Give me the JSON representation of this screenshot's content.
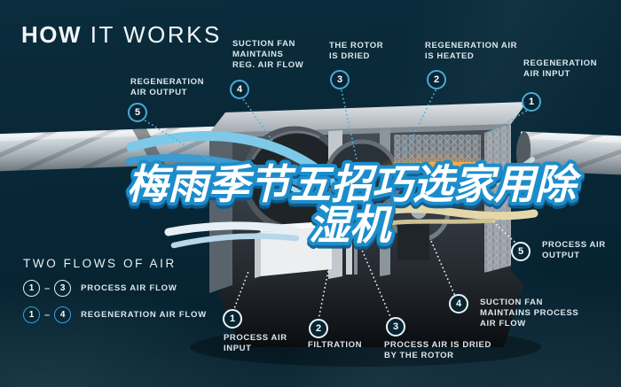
{
  "header": {
    "title_bold": "HOW",
    "title_light": " IT WORKS"
  },
  "overlay": {
    "line1": "梅雨季节五招巧选家用除",
    "line2": "湿机"
  },
  "callouts": {
    "reg_output": {
      "num": "5",
      "label": "REGENERATION\nAIR OUTPUT"
    },
    "reg_4": {
      "num": "4",
      "label": "SUCTION FAN\nMAINTAINS\nREG. AIR FLOW"
    },
    "reg_3": {
      "num": "3",
      "label": "THE ROTOR\nIS DRIED"
    },
    "reg_2": {
      "num": "2",
      "label": "REGENERATION AIR\nIS HEATED"
    },
    "reg_1": {
      "num": "1",
      "label": "REGENERATION\nAIR INPUT"
    },
    "proc_5": {
      "num": "5",
      "label": "PROCESS AIR\nOUTPUT"
    },
    "proc_4": {
      "num": "4",
      "label": "SUCTION FAN\nMAINTAINS PROCESS\nAIR FLOW"
    },
    "proc_3": {
      "num": "3",
      "label": "PROCESS AIR IS DRIED\nBY THE ROTOR"
    },
    "proc_2": {
      "num": "2",
      "label": "FILTRATION"
    },
    "proc_1": {
      "num": "1",
      "label": "PROCESS AIR\nINPUT"
    }
  },
  "legend": {
    "title": "TWO FLOWS OF AIR",
    "dash": "–",
    "rows": [
      {
        "from": "1",
        "to": "3",
        "label": "PROCESS AIR FLOW",
        "type": "process"
      },
      {
        "from": "1",
        "to": "4",
        "label": "REGENERATION AIR FLOW",
        "type": "regeneration"
      }
    ]
  },
  "colors": {
    "background": "#072635",
    "accent_blue": "#3fa3d4",
    "heater_orange": "#ef8c2e",
    "ribbon_tan": "#e2d6a8",
    "label_text": "#dce7ed"
  }
}
